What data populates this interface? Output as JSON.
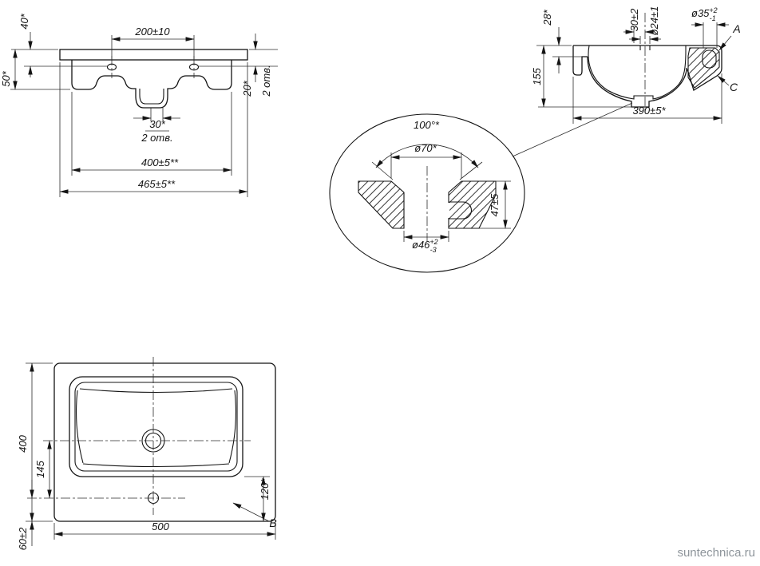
{
  "watermark": "suntechnica.ru",
  "front_view": {
    "dim_top_offset": "40*",
    "dim_hole_spacing": "200±10",
    "dim_left_height": "50*",
    "dim_right_offset": "20*",
    "holes_note_right": "2 отв.",
    "dim_center_spacing": "30*",
    "holes_note_center": "2 отв.",
    "dim_width_inner": "400±5**",
    "dim_width_overall": "465±5**"
  },
  "side_view": {
    "dim_back_edge": "28*",
    "dim_hole_offset": "30±2",
    "dim_faucet_hole": "ø24±1",
    "dia35_base": "ø35",
    "dia35_sup": "+2",
    "dia35_sub": "-1",
    "label_a": "A",
    "label_c": "C",
    "dim_height": "155",
    "dim_depth": "390±5*"
  },
  "detail_view": {
    "dim_angle": "100°*",
    "dim_top_diameter": "ø70*",
    "dim_depth": "47±5",
    "dia46_base": "ø46",
    "dia46_sup": "+2",
    "dia46_sub": "-3"
  },
  "plan_view": {
    "dim_height": "400",
    "dim_drain_offset": "145",
    "dim_basin_offset": "120*",
    "dim_width": "500",
    "label_b": "B",
    "dim_hole_edge": "60±2"
  }
}
